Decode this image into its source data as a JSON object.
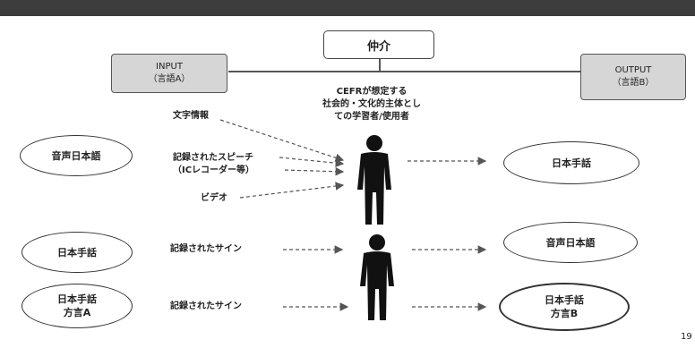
{
  "mediator": "仲介",
  "input_box": "INPUT\n（言語A）",
  "output_box": "OUTPUT\n（言語B）",
  "center_caption": "CEFRが想定する\n社会的・文化的主体とし\nての学習者/使用者",
  "left_ovals": [
    "音声日本語",
    "日本手話",
    "日本手話\n方言A"
  ],
  "right_ovals": [
    "日本手話",
    "音声日本語",
    "日本手話\n方言B"
  ],
  "input_labels": [
    "文字情報",
    "記録されたスピーチ\n（ICレコーダー等）",
    "ビデオ"
  ],
  "sign_labels": [
    "記録されたサイン",
    "記録されたサイン"
  ],
  "page_number": "19",
  "colors": {
    "topbar": "#3d3d3d",
    "io_fill": "#d6d6d6",
    "line": "#555555"
  }
}
